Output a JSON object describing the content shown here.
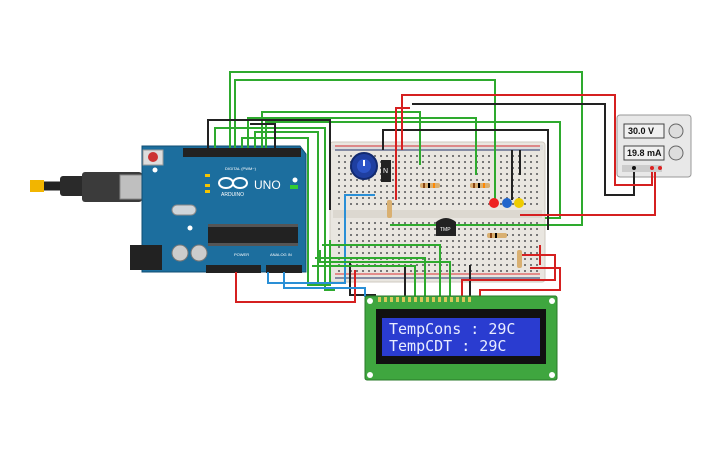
{
  "power_supply": {
    "voltage": "30.0 V",
    "current": "19.8 mA"
  },
  "arduino": {
    "model": "UNO",
    "brand": "ARDUINO",
    "digital_label": "DIGITAL (PWM~)",
    "power_label": "POWER",
    "analog_label": "ANALOG IN"
  },
  "lcd": {
    "line1": "TempCons : 29C",
    "line2": "TempCDT : 29C"
  },
  "sensor": {
    "label": "TMP"
  },
  "transistor": {
    "label": "N"
  }
}
